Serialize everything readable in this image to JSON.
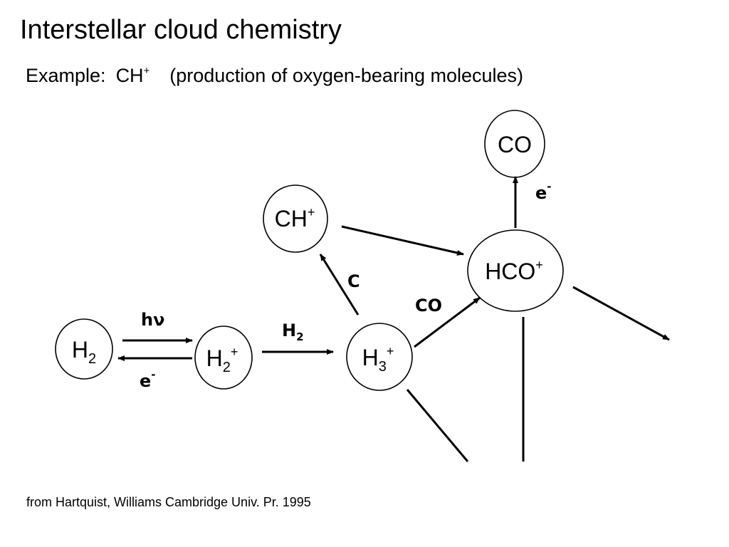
{
  "slide": {
    "title": "Interstellar cloud chemistry",
    "subtitle_example": "Example:",
    "subtitle_species": "CH",
    "subtitle_charge": "+",
    "subtitle_note": "(production of oxygen-bearing molecules)",
    "footer": "from Hartquist, Williams Cambridge Univ. Pr. 1995"
  },
  "diagram": {
    "nodes": {
      "h2": {
        "base": "H",
        "sub": "2",
        "sup": ""
      },
      "h2plus": {
        "base": "H",
        "sub": "2",
        "sup": "+"
      },
      "h3plus": {
        "base": "H",
        "sub": "3",
        "sup": "+"
      },
      "chplus": {
        "base": "CH",
        "sub": "",
        "sup": "+"
      },
      "hcoplus": {
        "base": "HCO",
        "sub": "",
        "sup": "+"
      },
      "co": {
        "base": "CO",
        "sub": "",
        "sup": ""
      }
    },
    "labels": {
      "photon": "hν",
      "electron_left_base": "e",
      "electron_left_sup": "-",
      "h2_reactant_base": "H",
      "h2_reactant_sub": "2",
      "carbon": "C",
      "co_reactant": "CO",
      "electron_top_base": "e",
      "electron_top_sup": "-"
    }
  }
}
